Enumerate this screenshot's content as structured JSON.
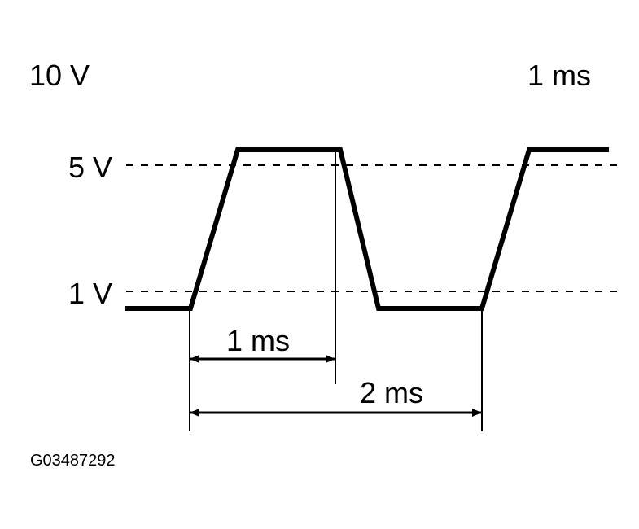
{
  "diagram": {
    "scale": {
      "voltage_per_div": "10 V",
      "time_per_div": "1 ms"
    },
    "levels": {
      "high": "5 V",
      "low": "1 V"
    },
    "dimensions": {
      "pulse_width": "1 ms",
      "period": "2 ms"
    },
    "figure_id": "G03487292",
    "colors": {
      "stroke": "#000000",
      "background": "#ffffff"
    }
  }
}
